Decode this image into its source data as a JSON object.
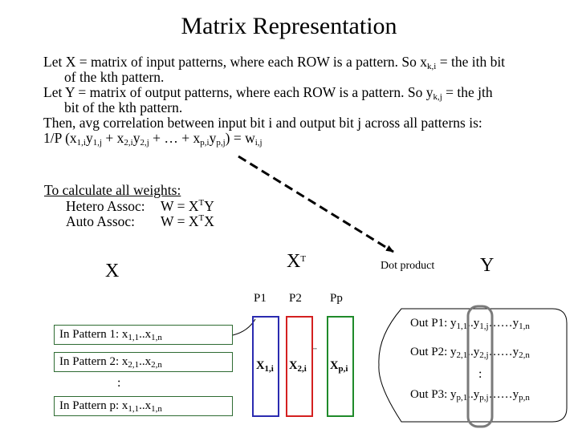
{
  "title": "Matrix Representation",
  "paragraphs": {
    "l1": {
      "a": "Let X = matrix of input patterns, where each ROW is a pattern.  So x",
      "sub": "k,i",
      "b": " = the ith bit"
    },
    "l2": "of the kth pattern.",
    "l3": {
      "a": "Let Y = matrix of output patterns, where each ROW is a pattern.  So y",
      "sub": "k,j",
      "b": " = the jth"
    },
    "l4": "bit of the kth pattern.",
    "l5": "Then, avg correlation between input bit i and output bit j across all patterns is:",
    "l6": {
      "a": "1/P (x",
      "s1": "1,i",
      "b": "y",
      "s2": "1,j",
      "c": " + x",
      "s3": "2,i",
      "d": "y",
      "s4": "2,j",
      "e": " + … + x",
      "s5": "p,i",
      "f": "y",
      "s6": "p,j",
      "g": ")  =  w",
      "s7": "i,j"
    }
  },
  "calc": {
    "heading": "To calculate all weights:",
    "hetero_label": "Hetero Assoc:",
    "hetero_formula": {
      "a": "W = X",
      "sup": "T",
      "b": "Y"
    },
    "auto_label": "Auto Assoc:",
    "auto_formula": {
      "a": "W = X",
      "sup": "T",
      "b": "X"
    }
  },
  "labels": {
    "x": "X",
    "xt": {
      "a": "X",
      "sup": "T"
    },
    "dot_product": "Dot product",
    "y": "Y",
    "p1": "P1",
    "p2": "P2",
    "pp": "Pp"
  },
  "inputs": [
    {
      "a": "In Pattern 1: x",
      "s1": "1,1",
      "m": "..x",
      "s2": "1,n"
    },
    {
      "a": "In Pattern 2: x",
      "s1": "2,1",
      "m": "..x",
      "s2": "2,n"
    },
    {
      "a": "In Pattern p: x",
      "s1": "1,1",
      "m": "..x",
      "s2": "1,n"
    }
  ],
  "input_ellipsis": ":",
  "columns": [
    {
      "a": "X",
      "sub": "1,i"
    },
    {
      "a": "X",
      "sub": "2,i"
    },
    {
      "a": "X",
      "sub": "p,i"
    }
  ],
  "column_ellipsis": "¨",
  "outputs": [
    {
      "a": "Out P1: y",
      "s1": "1,1",
      "m1": "..",
      "b": "y",
      "s2": "1,j",
      "m2": "……y",
      "s3": "1,n"
    },
    {
      "a": "Out P2: y",
      "s1": "2,1",
      "m1": "..",
      "b": "y",
      "s2": "2,j",
      "m2": "……y",
      "s3": "2,n"
    },
    {
      "a": "Out P3: y",
      "s1": "p,1",
      "m1": "..",
      "b": "y",
      "s2": "p,j",
      "m2": "……y",
      "s3": "p,n"
    }
  ],
  "output_ellipsis": ":",
  "colors": {
    "blue": "#2b2bb0",
    "red": "#d42020",
    "green": "#1f8a2a",
    "gray": "#7a7a7a",
    "box_border": "#2e6b32"
  }
}
